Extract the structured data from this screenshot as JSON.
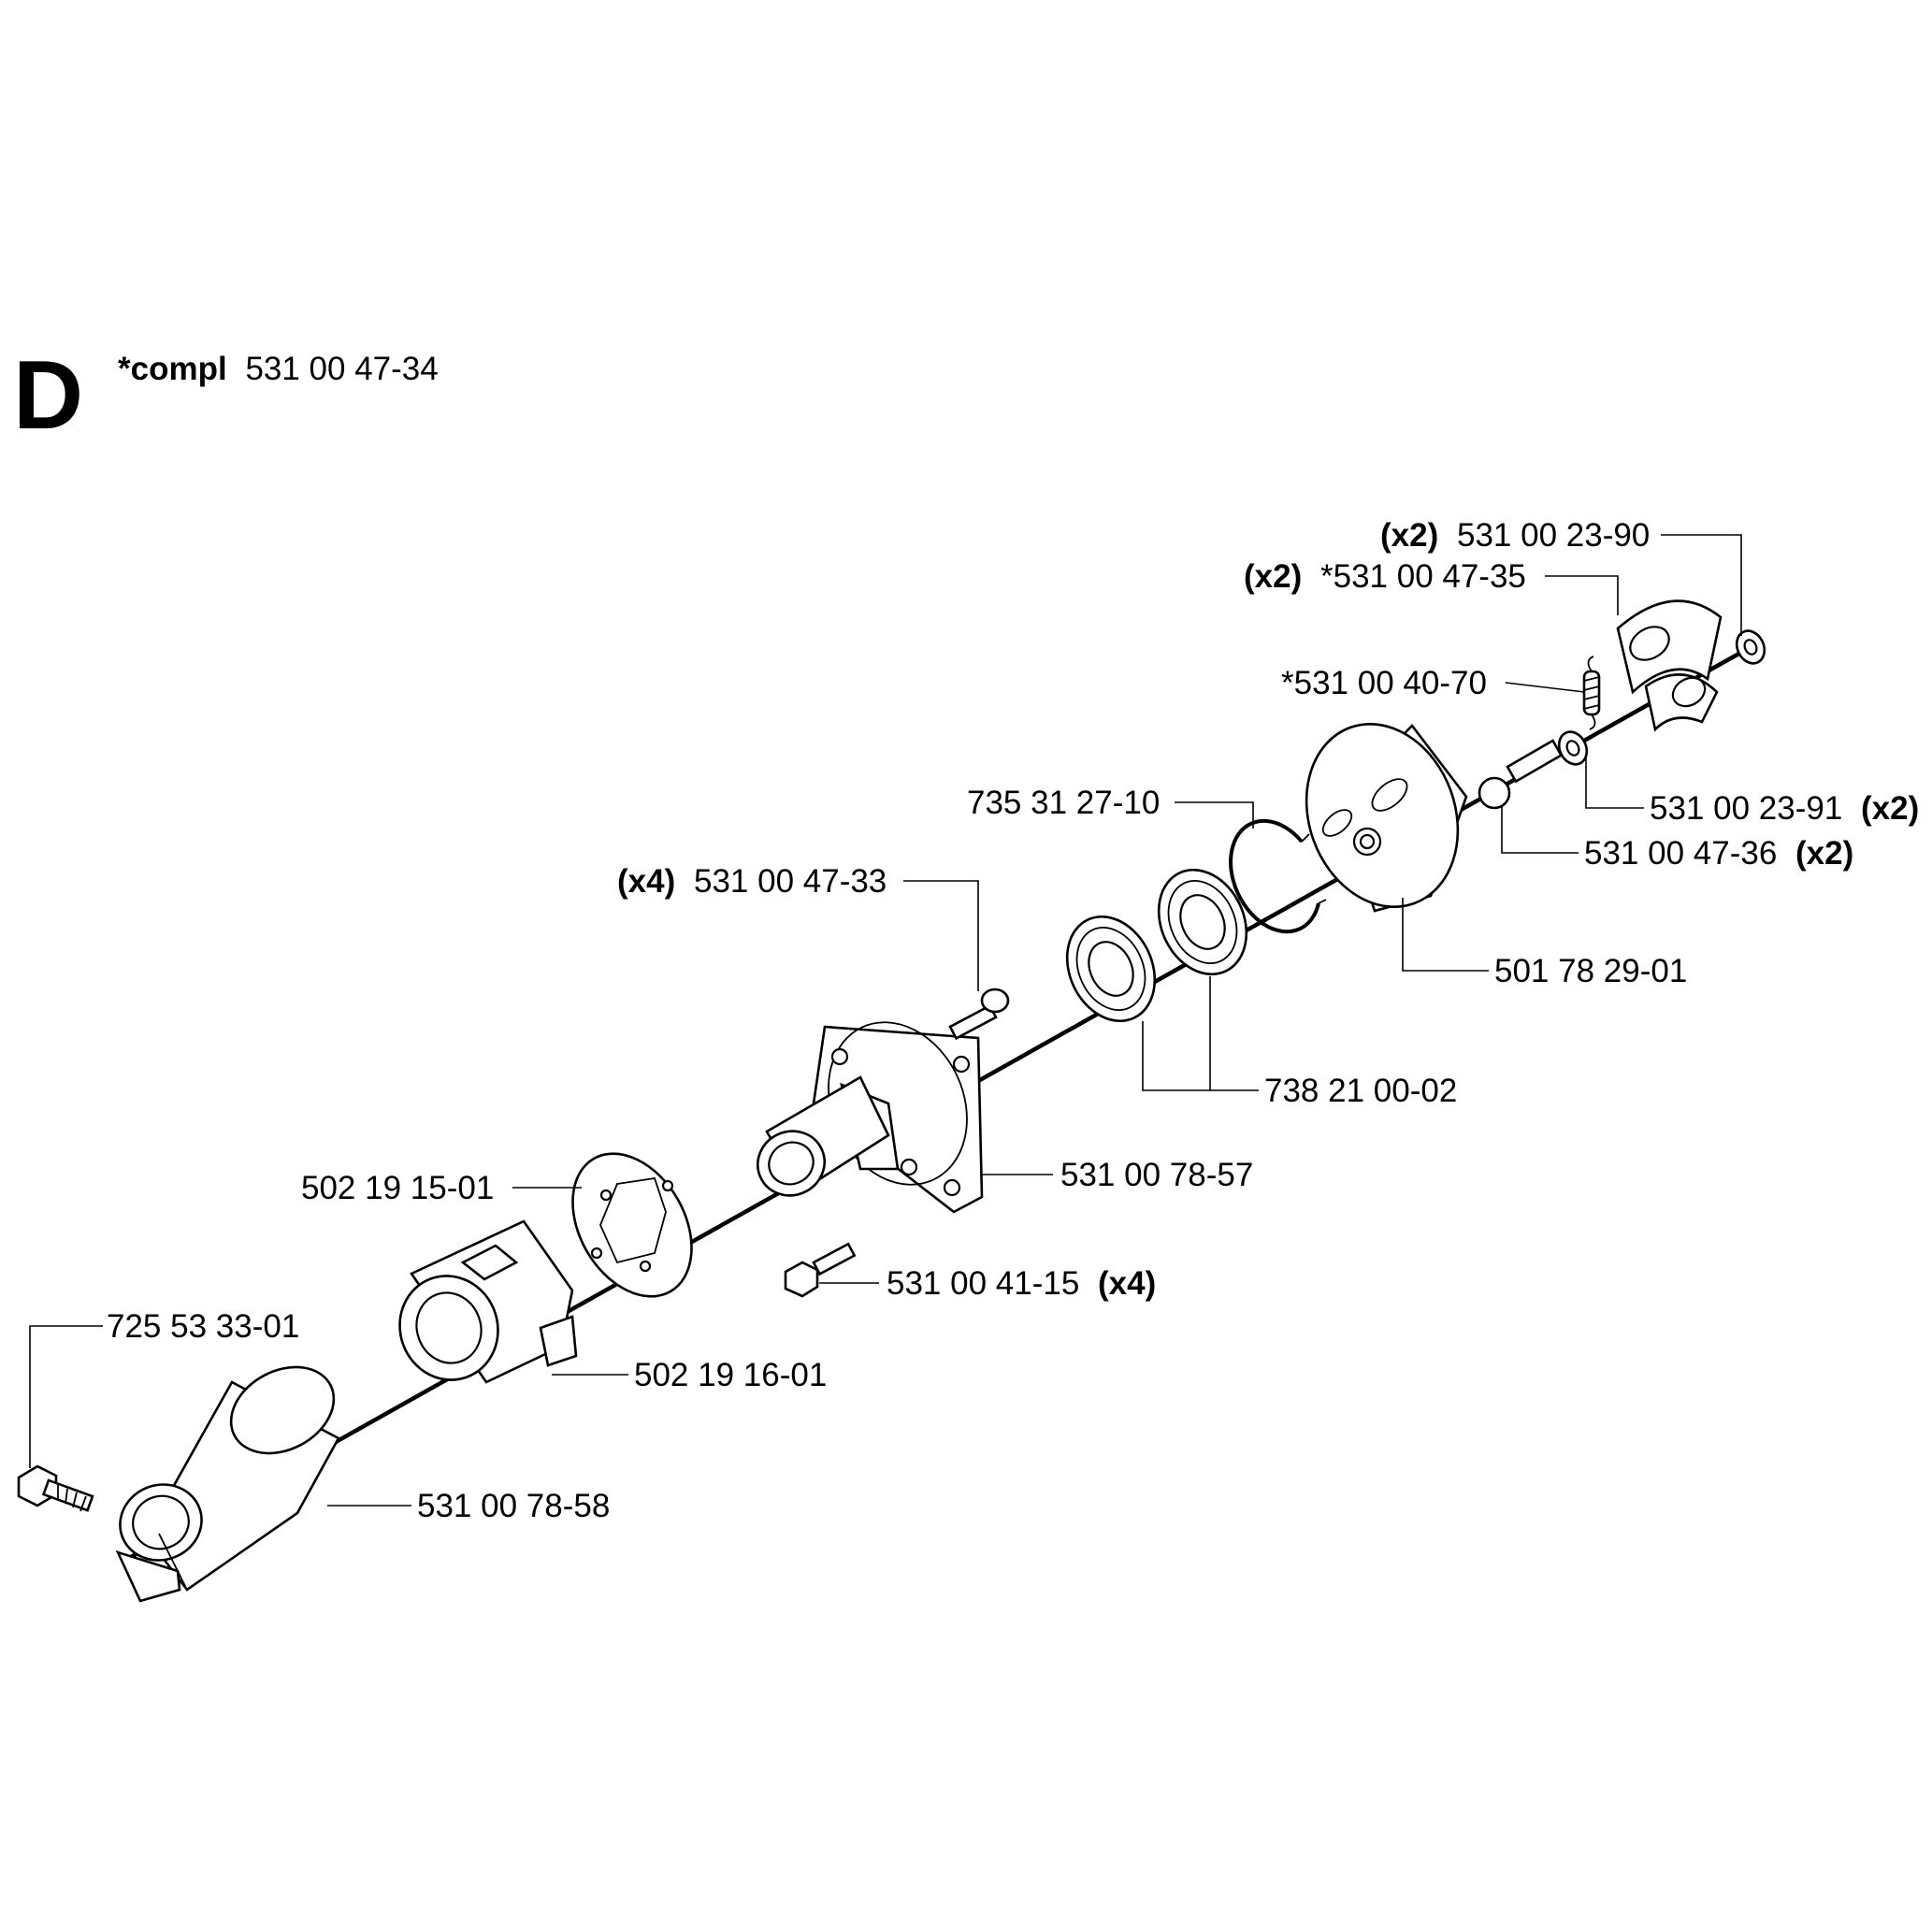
{
  "section": {
    "letter": "D"
  },
  "header": {
    "compl_prefix": "*compl",
    "compl_number": "531 00 47-34"
  },
  "callouts": {
    "washer_top": {
      "qty": "(x2)",
      "number": "531 00 23-90"
    },
    "clutch_shoe": {
      "qty": "(x2)",
      "number": "*531 00 47-35"
    },
    "spring": {
      "number": "*531 00 40-70"
    },
    "washer_small": {
      "number": "531 00 23-91",
      "qty": "(x2)"
    },
    "shoe_bolt": {
      "number": "531 00 47-36",
      "qty": "(x2)"
    },
    "circlip": {
      "number": "735 31 27-10"
    },
    "clutch_drum": {
      "number": "501 78 29-01"
    },
    "flange_screw": {
      "qty": "(x4)",
      "number": "531 00 47-33"
    },
    "bearing": {
      "number": "738 21 00-02"
    },
    "clutch_housing": {
      "number": "531 00 78-57"
    },
    "damper": {
      "number": "502 19 15-01"
    },
    "housing_screw": {
      "number": "531 00 41-15",
      "qty": "(x4)"
    },
    "tube_clamp": {
      "number": "502 19 16-01"
    },
    "clamp_screw": {
      "number": "725 53 33-01"
    },
    "cone_housing": {
      "number": "531 00 78-58"
    }
  }
}
